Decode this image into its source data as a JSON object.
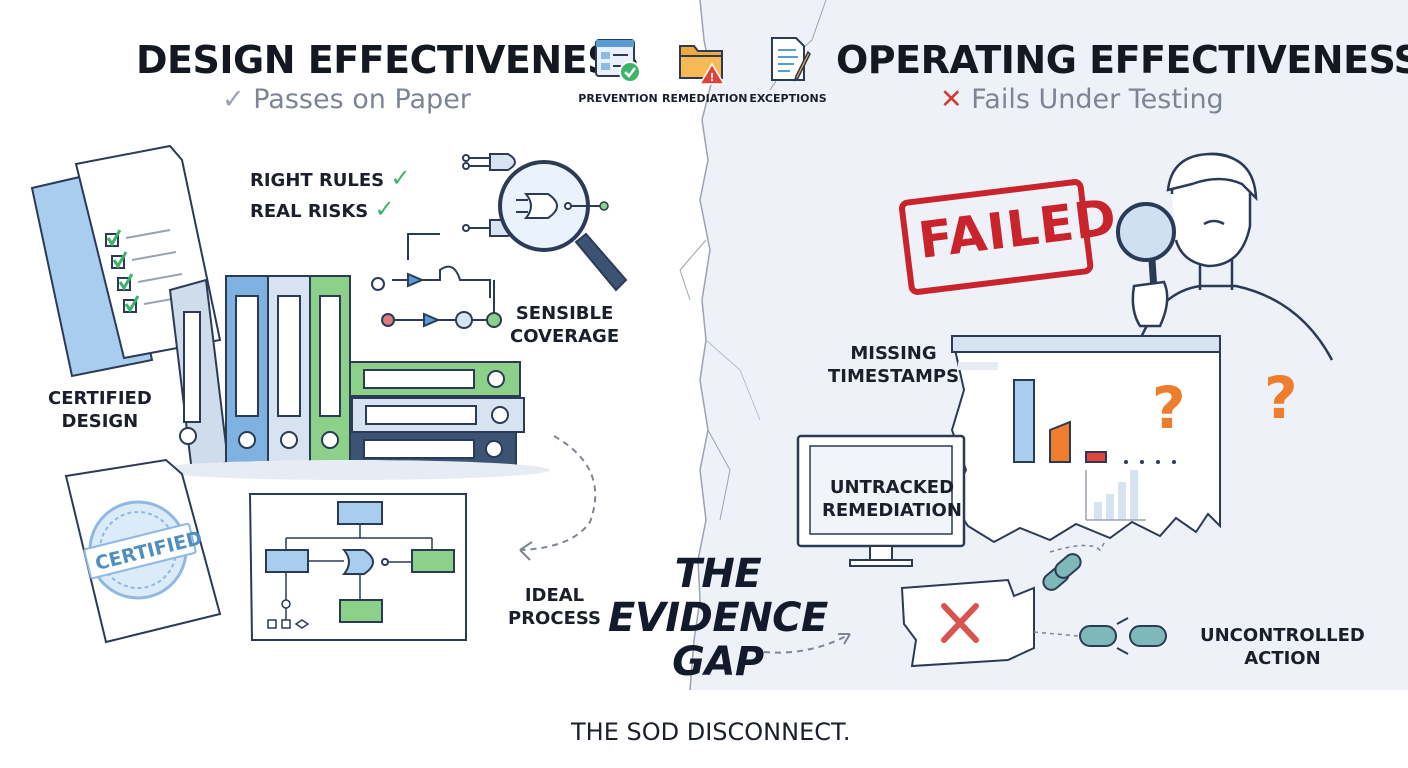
{
  "header": {
    "left_title": "DESIGN EFFECTIVENESS",
    "left_subtitle": "Passes on Paper",
    "right_title": "OPERATING EFFECTIVENESS",
    "right_subtitle": "Fails Under Testing",
    "icons": [
      {
        "name": "prevention-icon",
        "label": "PREVENTION"
      },
      {
        "name": "remediation-icon",
        "label": "REMEDIATION"
      },
      {
        "name": "exceptions-icon",
        "label": "EXCEPTIONS"
      }
    ]
  },
  "left": {
    "checks": [
      "RIGHT RULES",
      "REAL RISKS"
    ],
    "sensible_coverage": "SENSIBLE\nCOVERAGE",
    "certified_design": "CERTIFIED\nDESIGN",
    "certified_seal": "CERTIFIED",
    "ideal_process": "IDEAL\nPROCESS"
  },
  "center": {
    "gap_title": "THE\nEVIDENCE\nGAP"
  },
  "right": {
    "stamp": "FAILED",
    "missing_timestamps": "MISSING\nTIMESTAMPS",
    "untracked_remediation": "UNTRACKED\nREMEDIATION",
    "uncontrolled_action": "UNCONTROLLED\nACTION",
    "question_mark": "?"
  },
  "footer": {
    "caption": "THE SOD DISCONNECT."
  },
  "colors": {
    "check_green": "#3db36a",
    "fail_red": "#d23a35",
    "stamp_red": "#c9242c",
    "accent_blue": "#5b9bd5",
    "binder_green": "#7fc97f",
    "orange": "#ee7d2e",
    "right_bg": "#eef2f8"
  }
}
